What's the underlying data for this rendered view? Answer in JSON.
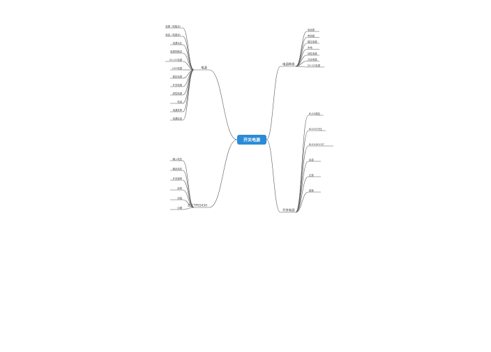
{
  "root": {
    "label": "开关电源"
  },
  "branches": [
    {
      "label": "电源"
    },
    {
      "label": "电源种类"
    },
    {
      "label": "开关电源"
    },
    {
      "label": "芯片TPS5430"
    }
  ],
  "left_top": [
    {
      "label": "电源（电阻对）"
    },
    {
      "label": "电容（电感对）"
    },
    {
      "label": "电源对比"
    },
    {
      "label": "电源的概念"
    },
    {
      "label": "DC-DC电源"
    },
    {
      "label": "LDO电源"
    },
    {
      "label": "稳压电源"
    },
    {
      "label": "开关电源"
    },
    {
      "label": "线性电源"
    },
    {
      "label": "电池"
    },
    {
      "label": "电源效率"
    },
    {
      "label": "电源纹波"
    }
  ],
  "right_top": [
    {
      "label": "电池类"
    },
    {
      "label": "电池组"
    },
    {
      "label": "稳压电源"
    },
    {
      "label": "市电"
    },
    {
      "label": "线性电源"
    },
    {
      "label": "开关电源"
    },
    {
      "label": "DC-DC电源"
    }
  ],
  "switching": [
    {
      "label": "BUCK降压"
    },
    {
      "label": "BOOST升压"
    },
    {
      "label": "BUCK-BOOST"
    },
    {
      "label": "反激"
    },
    {
      "label": "正激"
    },
    {
      "label": "推挽"
    }
  ],
  "chip": [
    {
      "label": "输入电压"
    },
    {
      "label": "输出电压"
    },
    {
      "label": "开关频率"
    },
    {
      "label": "效率"
    },
    {
      "label": "封装"
    },
    {
      "label": "引脚"
    }
  ]
}
